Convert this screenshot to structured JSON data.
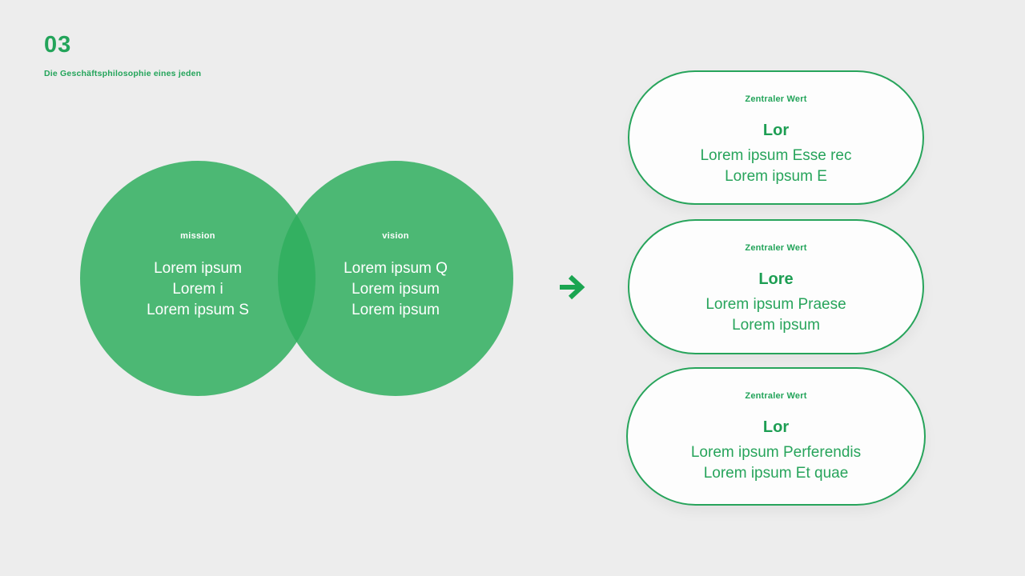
{
  "page": {
    "background_color": "#EDEDED",
    "accent_color": "#23A45A"
  },
  "header": {
    "number": "03",
    "subtitle": "Die Geschäftsphilosophie eines jeden"
  },
  "venn": {
    "circle_color": "#4CB873",
    "overlap_color": "#34B061",
    "text_color": "#FFFFFF",
    "left": {
      "label": "mission",
      "lines": [
        "Lorem ipsum",
        "Lorem i",
        "Lorem ipsum S"
      ]
    },
    "right": {
      "label": "vision",
      "lines": [
        "Lorem ipsum Q",
        "Lorem ipsum",
        "Lorem ipsum"
      ]
    }
  },
  "arrow": {
    "icon": "arrow-right-icon",
    "color": "#1BA551"
  },
  "cards": [
    {
      "tag": "Zentraler Wert",
      "title": "Lor",
      "lines": [
        "Lorem ipsum Esse rec",
        "Lorem ipsum E"
      ],
      "border_color": "#27A45B",
      "background": "#FDFDFD"
    },
    {
      "tag": "Zentraler Wert",
      "title": "Lore",
      "lines": [
        "Lorem ipsum Praese",
        "Lorem ipsum"
      ],
      "border_color": "#27A45B",
      "background": "#FDFDFD"
    },
    {
      "tag": "Zentraler Wert",
      "title": "Lor",
      "lines": [
        "Lorem ipsum Perferendis",
        "Lorem ipsum Et quae"
      ],
      "border_color": "#27A45B",
      "background": "#FDFDFD"
    }
  ]
}
